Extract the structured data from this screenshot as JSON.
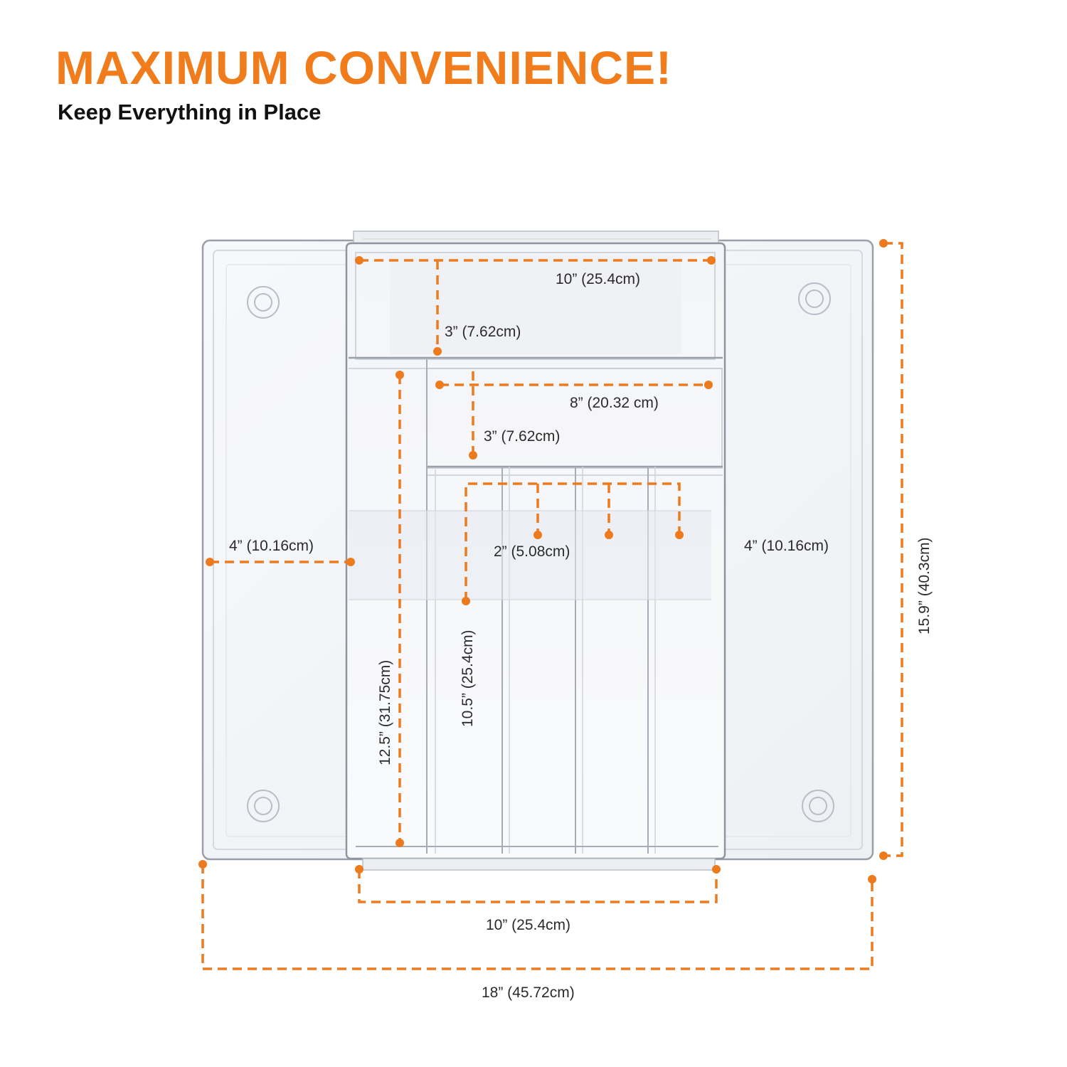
{
  "header": {
    "title": "MAXIMUM CONVENIENCE!",
    "subtitle": "Keep Everything in Place"
  },
  "colors": {
    "accent": "#f07c1c",
    "dimension_line": "#ee7a1e",
    "tray_outline": "#9aa0aa",
    "text": "#2b2b2b"
  },
  "product": {
    "name_icon": "clear-expandable-drawer-organizer"
  },
  "dimensions": {
    "top_compartment_width": "10” (25.4cm)",
    "top_compartment_depth": "3” (7.62cm)",
    "middle_compartment_width": "8” (20.32 cm)",
    "middle_compartment_depth": "3” (7.62cm)",
    "slot_width": "2” (5.08cm)",
    "left_wing_width": "4” (10.16cm)",
    "right_wing_width": "4” (10.16cm)",
    "long_slot_length": "10.5” (25.4cm)",
    "side_slot_length": "12.5” (31.75cm)",
    "overall_depth": "15.9” (40.3cm)",
    "bottom_closed_width": "10” (25.4cm)",
    "overall_extended_width": "18” (45.72cm)"
  }
}
